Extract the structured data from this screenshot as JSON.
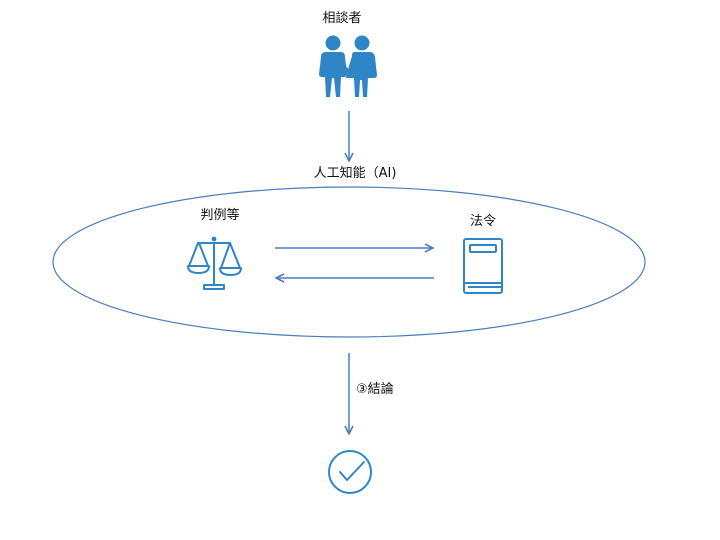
{
  "nodes": {
    "consultant": {
      "label": "相談者",
      "icon": "people-icon"
    },
    "ai": {
      "label": "人工知能（AI)"
    },
    "precedent": {
      "label": "判例等",
      "icon": "scales-icon"
    },
    "law": {
      "label": "法令",
      "icon": "book-icon"
    },
    "result": {
      "icon": "check-circle-icon"
    }
  },
  "edges": {
    "conclusion": {
      "label": "③結論"
    }
  },
  "colors": {
    "icon": "#2e86c8",
    "line": "#4a7ebb",
    "text": "#111111"
  }
}
